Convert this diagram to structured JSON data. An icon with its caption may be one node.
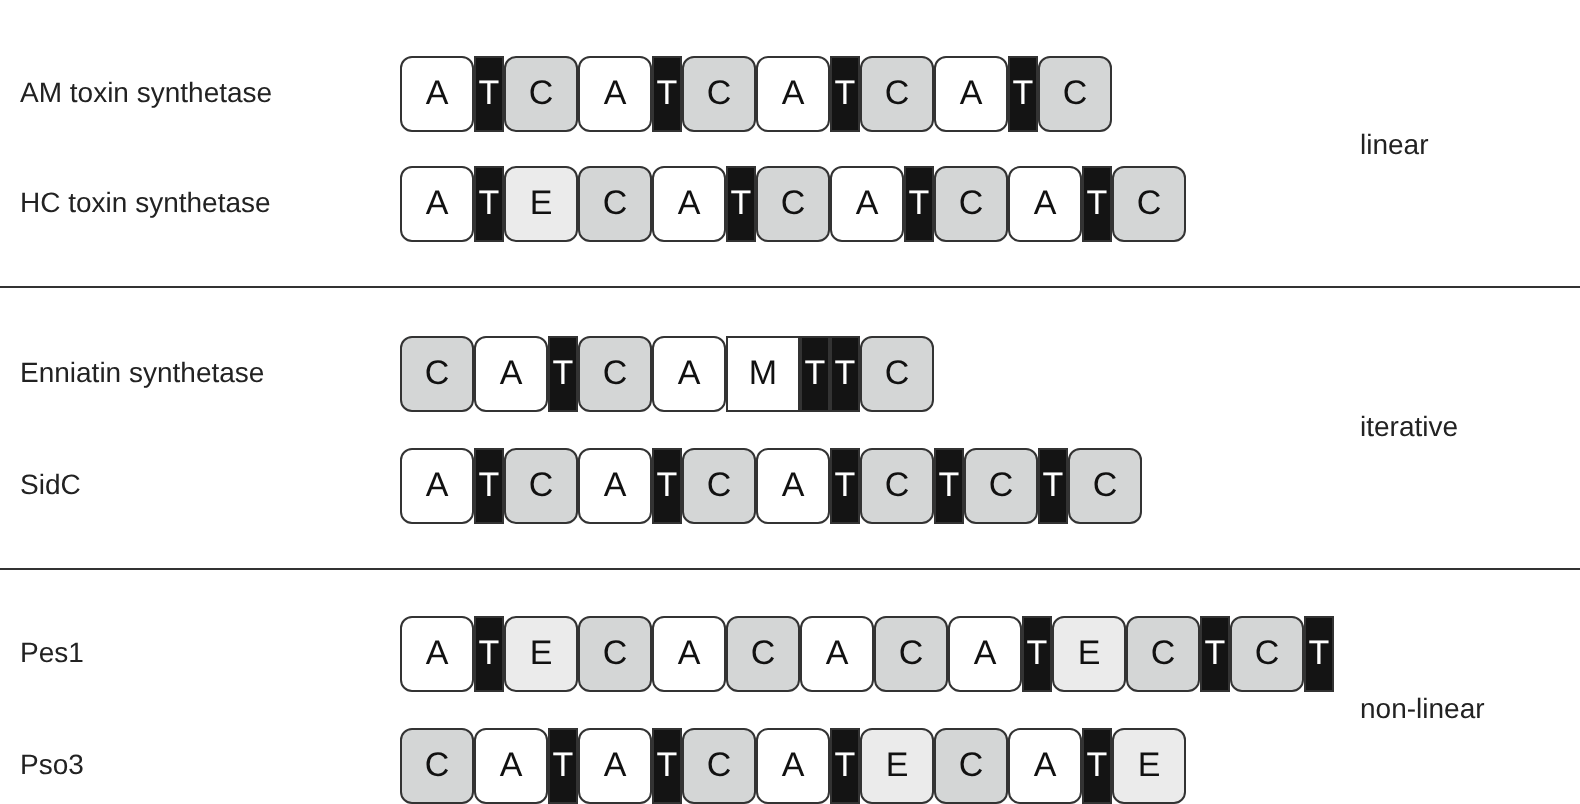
{
  "diagram": {
    "nodes": [
      {
        "text": [
          "A"
        ]
      },
      {
        "text": [
          "T"
        ]
      },
      {
        "text": [
          "C"
        ]
      },
      {
        "text": [
          "A"
        ]
      },
      {
        "text": [
          "T"
        ]
      },
      {
        "text": [
          "C"
        ]
      },
      {
        "text": [
          "A"
        ]
      },
      {
        "text": [
          "T"
        ]
      },
      {
        "text": [
          "C"
        ]
      },
      {
        "text": [
          "A"
        ]
      },
      {
        "text": [
          "T"
        ]
      },
      {
        "text": [
          "C"
        ]
      },
      {
        "text": [
          "A"
        ]
      },
      {
        "text": [
          "T"
        ]
      },
      {
        "text": [
          "E"
        ]
      },
      {
        "text": [
          "C"
        ]
      },
      {
        "text": [
          "A"
        ]
      },
      {
        "text": [
          "T"
        ]
      },
      {
        "text": [
          "C"
        ]
      },
      {
        "text": [
          "A"
        ]
      },
      {
        "text": [
          "T"
        ]
      },
      {
        "text": [
          "C"
        ]
      },
      {
        "text": [
          "A"
        ]
      },
      {
        "text": [
          "T"
        ]
      },
      {
        "text": [
          "C"
        ]
      },
      {
        "text": [
          "C"
        ]
      },
      {
        "text": [
          "A"
        ]
      },
      {
        "text": [
          "T"
        ]
      },
      {
        "text": [
          "C"
        ]
      },
      {
        "text": [
          "A"
        ]
      },
      {
        "text": [
          "M"
        ]
      },
      {
        "text": [
          "T"
        ]
      },
      {
        "text": [
          "T"
        ]
      },
      {
        "text": [
          "C"
        ]
      },
      {
        "text": [
          "A"
        ]
      },
      {
        "text": [
          "T"
        ]
      },
      {
        "text": [
          "C"
        ]
      },
      {
        "text": [
          "A"
        ]
      },
      {
        "text": [
          "T"
        ]
      },
      {
        "text": [
          "C"
        ]
      },
      {
        "text": [
          "A"
        ]
      },
      {
        "text": [
          "T"
        ]
      },
      {
        "text": [
          "C"
        ]
      },
      {
        "text": [
          "T"
        ]
      },
      {
        "text": [
          "C"
        ]
      },
      {
        "text": [
          "T"
        ]
      },
      {
        "text": [
          "C"
        ]
      },
      {
        "text": [
          "A"
        ]
      },
      {
        "text": [
          "T"
        ]
      },
      {
        "text": [
          "E"
        ]
      },
      {
        "text": [
          "C"
        ]
      },
      {
        "text": [
          "A"
        ]
      },
      {
        "text": [
          "C"
        ]
      },
      {
        "text": [
          "A"
        ]
      },
      {
        "text": [
          "C"
        ]
      },
      {
        "text": [
          "A"
        ]
      },
      {
        "text": [
          "T"
        ]
      },
      {
        "text": [
          "E"
        ]
      },
      {
        "text": [
          "C"
        ]
      },
      {
        "text": [
          "T"
        ]
      },
      {
        "text": [
          "C"
        ]
      },
      {
        "text": [
          "T"
        ]
      },
      {
        "text": [
          "C"
        ]
      },
      {
        "text": [
          "A"
        ]
      },
      {
        "text": [
          "T"
        ]
      },
      {
        "text": [
          "A"
        ]
      },
      {
        "text": [
          "T"
        ]
      },
      {
        "text": [
          "C"
        ]
      },
      {
        "text": [
          "A"
        ]
      },
      {
        "text": [
          "T"
        ]
      },
      {
        "text": [
          "E"
        ]
      },
      {
        "text": [
          "C"
        ]
      },
      {
        "text": [
          "A"
        ]
      },
      {
        "text": [
          "T"
        ]
      },
      {
        "text": [
          "E"
        ]
      }
    ],
    "labels": [
      "AM toxin synthetase",
      "linear",
      "HC toxin synthetase",
      "Enniatin synthetase",
      "iterative",
      "SidC",
      "Pes1",
      "non-linear",
      "Pso3"
    ]
  }
}
